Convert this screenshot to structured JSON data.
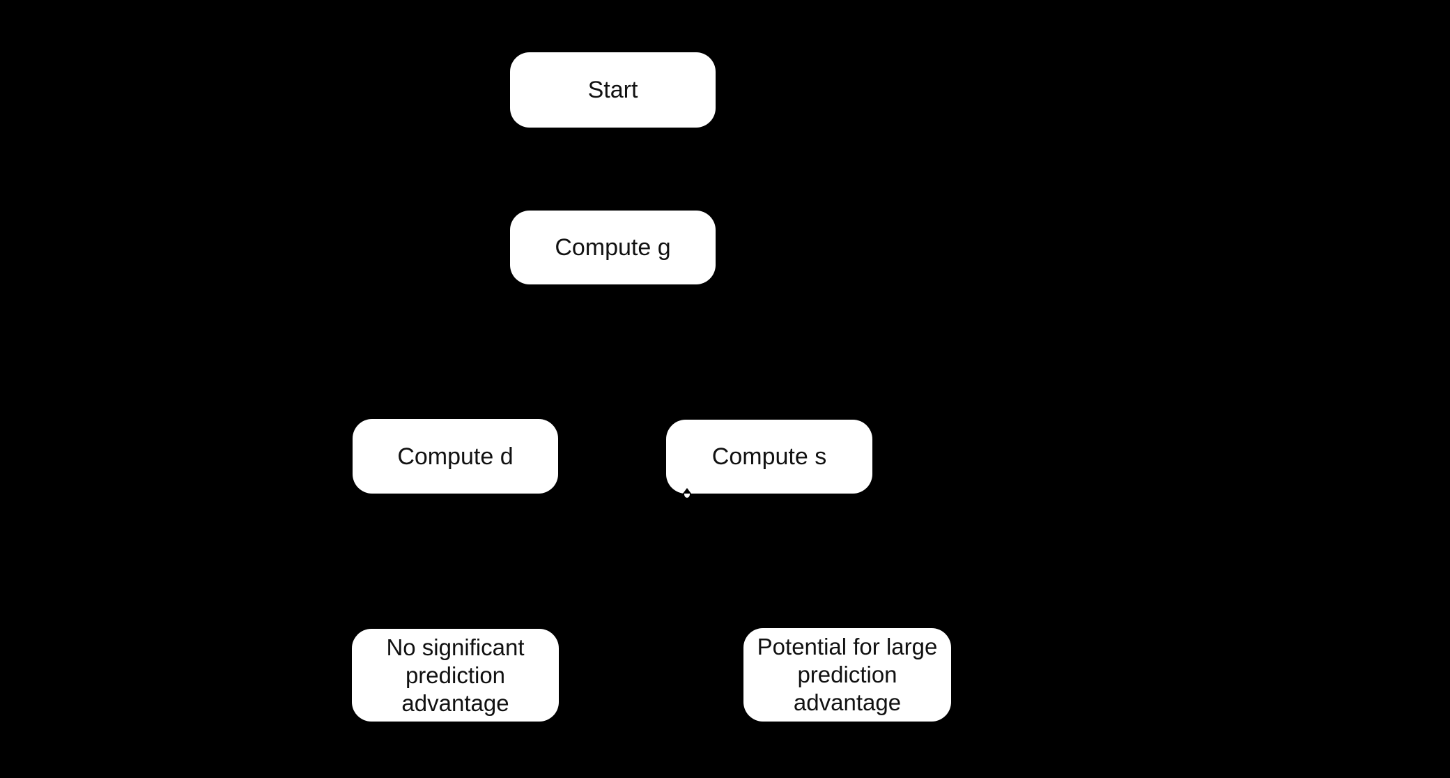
{
  "diagram": {
    "type": "flowchart",
    "background_color": "#000000",
    "node_fill_color": "#ffffff",
    "node_text_color": "#111111",
    "nodes": [
      {
        "id": "start",
        "label": "Start"
      },
      {
        "id": "compute-g",
        "label": "Compute g"
      },
      {
        "id": "compute-d",
        "label": "Compute d"
      },
      {
        "id": "compute-s",
        "label": "Compute s"
      },
      {
        "id": "no-advantage",
        "label": "No significant\nprediction\nadvantage"
      },
      {
        "id": "potential-advantage",
        "label": "Potential for large\nprediction\nadvantage"
      }
    ]
  }
}
